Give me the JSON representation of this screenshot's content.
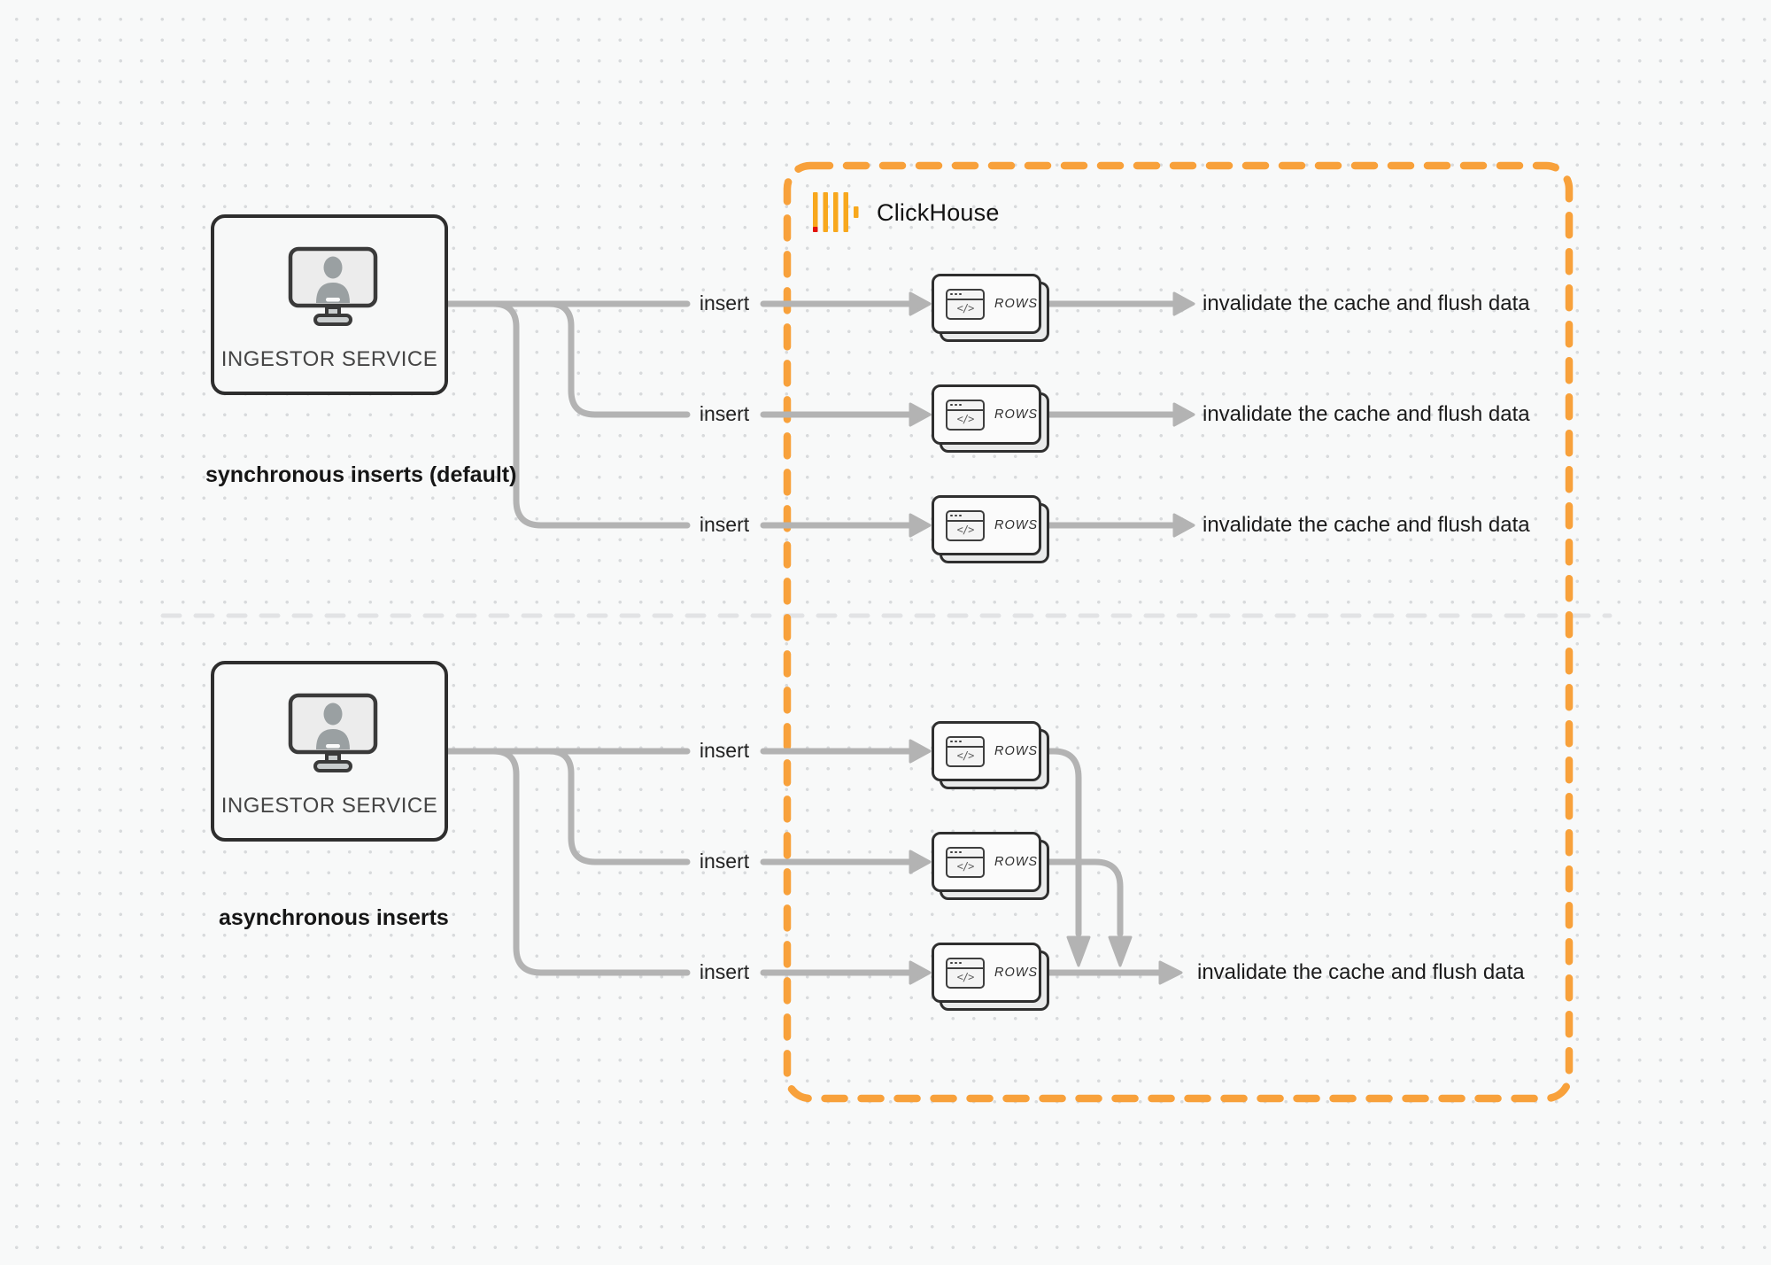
{
  "colors": {
    "background": "#F8F9F9",
    "accent_orange": "#F8A13B",
    "wire_gray": "#B3B3B3",
    "box_border": "#2E2E2E",
    "logo_yellow": "#F8A81D",
    "logo_red": "#E3120B"
  },
  "clickhouse": {
    "label": "ClickHouse"
  },
  "card_icon_glyph": "</>",
  "sync_section": {
    "caption": "synchronous inserts (default)",
    "service_box_label": "INGESTOR SERVICE",
    "rows": [
      {
        "insert_label": "insert",
        "card_label": "ROWS",
        "result_label": "invalidate the cache and flush data"
      },
      {
        "insert_label": "insert",
        "card_label": "ROWS",
        "result_label": "invalidate the cache and flush data"
      },
      {
        "insert_label": "insert",
        "card_label": "ROWS",
        "result_label": "invalidate the cache and flush data"
      }
    ]
  },
  "async_section": {
    "caption": "asynchronous inserts",
    "service_box_label": "INGESTOR SERVICE",
    "rows": [
      {
        "insert_label": "insert",
        "card_label": "ROWS"
      },
      {
        "insert_label": "insert",
        "card_label": "ROWS"
      },
      {
        "insert_label": "insert",
        "card_label": "ROWS"
      }
    ],
    "result_label": "invalidate the cache and flush data"
  }
}
